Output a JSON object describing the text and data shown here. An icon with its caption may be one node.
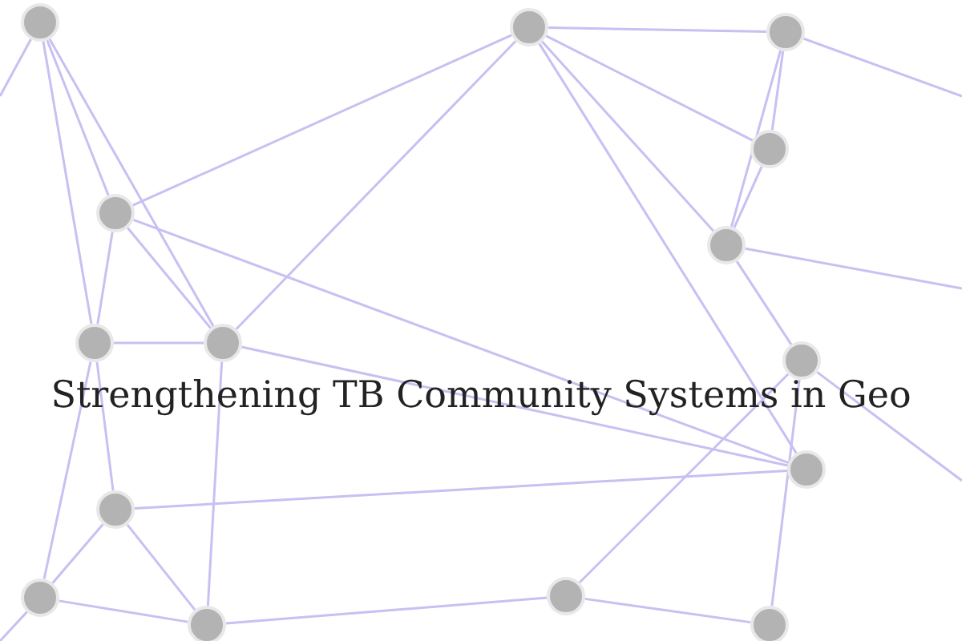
{
  "diagram": {
    "title": "Strengthening TB Community Systems in Geo",
    "nodes": [
      {
        "text": [],
        "shape": "circle"
      },
      {
        "text": [],
        "shape": "circle"
      },
      {
        "text": [],
        "shape": "circle"
      },
      {
        "text": [],
        "shape": "circle"
      },
      {
        "text": [],
        "shape": "circle"
      },
      {
        "text": [],
        "shape": "circle"
      },
      {
        "text": [],
        "shape": "circle"
      },
      {
        "text": [],
        "shape": "circle"
      },
      {
        "text": [],
        "shape": "circle"
      },
      {
        "text": [],
        "shape": "circle"
      },
      {
        "text": [],
        "shape": "circle"
      },
      {
        "text": [],
        "shape": "circle"
      },
      {
        "text": [],
        "shape": "circle"
      },
      {
        "text": [],
        "shape": "circle"
      },
      {
        "text": [],
        "shape": "circle"
      }
    ],
    "edges": [
      {
        "from": 0,
        "to": 3,
        "arrow": "none"
      },
      {
        "from": 0,
        "to": 5,
        "arrow": "none"
      },
      {
        "from": 0,
        "to": 6,
        "arrow": "none"
      },
      {
        "from": 3,
        "to": 5,
        "arrow": "none"
      },
      {
        "from": 3,
        "to": 6,
        "arrow": "none"
      },
      {
        "from": 5,
        "to": 6,
        "arrow": "none"
      },
      {
        "from": 1,
        "to": 6,
        "arrow": "none"
      },
      {
        "from": 1,
        "to": 3,
        "arrow": "none"
      },
      {
        "from": 1,
        "to": 4,
        "arrow": "none"
      },
      {
        "from": 1,
        "to": 2,
        "arrow": "none"
      },
      {
        "from": 1,
        "to": 7,
        "arrow": "none"
      },
      {
        "from": 1,
        "to": 9,
        "arrow": "none"
      },
      {
        "from": 2,
        "to": 4,
        "arrow": "none"
      },
      {
        "from": 2,
        "to": 7,
        "arrow": "none"
      },
      {
        "from": 4,
        "to": 7,
        "arrow": "none"
      },
      {
        "from": 7,
        "to": 8,
        "arrow": "none"
      },
      {
        "from": 6,
        "to": 12,
        "arrow": "none"
      },
      {
        "from": 5,
        "to": 10,
        "arrow": "none"
      },
      {
        "from": 10,
        "to": 11,
        "arrow": "none"
      },
      {
        "from": 10,
        "to": 12,
        "arrow": "none"
      },
      {
        "from": 11,
        "to": 12,
        "arrow": "none"
      },
      {
        "from": 5,
        "to": 11,
        "arrow": "none"
      },
      {
        "from": 6,
        "to": 9,
        "arrow": "none"
      },
      {
        "from": 12,
        "to": 13,
        "arrow": "none"
      },
      {
        "from": 8,
        "to": 14,
        "arrow": "none"
      },
      {
        "from": 13,
        "to": 14,
        "arrow": "none"
      },
      {
        "from": 8,
        "to": 13,
        "arrow": "none"
      },
      {
        "from": 9,
        "to": 10,
        "arrow": "none"
      },
      {
        "from": 3,
        "to": 9,
        "arrow": "none"
      },
      {
        "from": 2,
        "to": null,
        "arrow": "none"
      },
      {
        "from": 7,
        "to": null,
        "arrow": "none"
      },
      {
        "from": 8,
        "to": null,
        "arrow": "none"
      },
      {
        "from": 0,
        "to": null,
        "arrow": "none"
      },
      {
        "from": 11,
        "to": null,
        "arrow": "none"
      }
    ]
  }
}
